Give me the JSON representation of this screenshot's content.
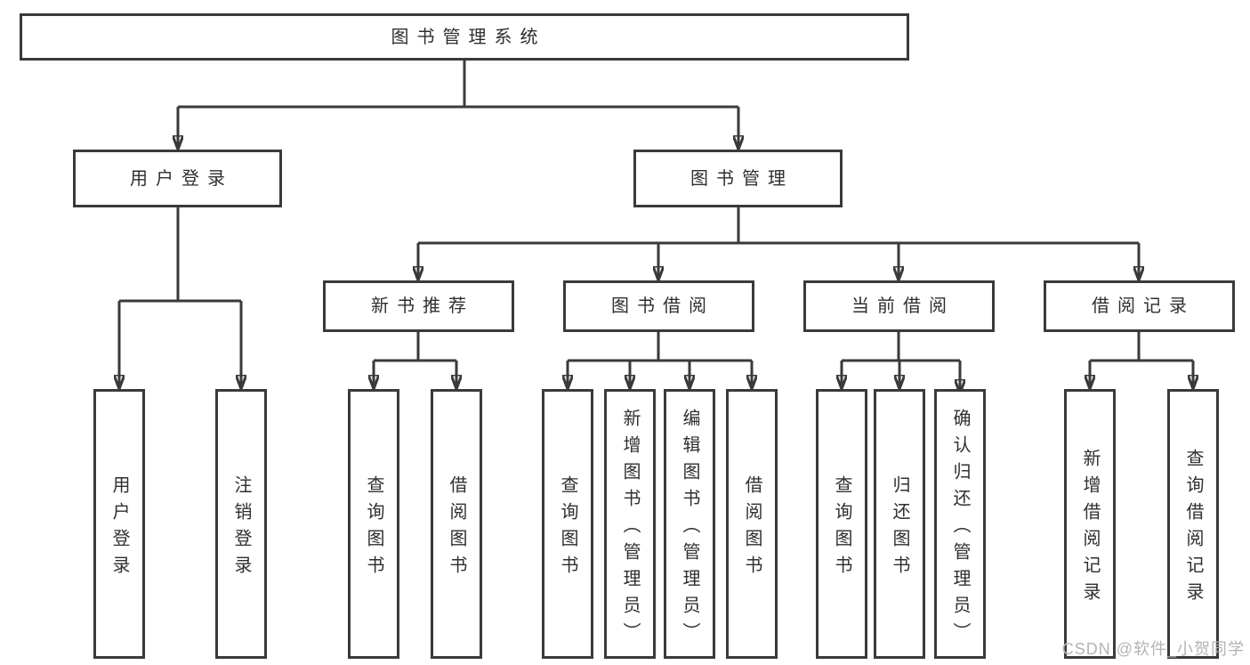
{
  "diagram_type": "tree",
  "nodes": {
    "root": {
      "label": "图书管理系统"
    },
    "user_login": {
      "label": "用户登录"
    },
    "book_mgmt": {
      "label": "图书管理"
    },
    "new_books": {
      "label": "新书推荐"
    },
    "book_borrow": {
      "label": "图书借阅"
    },
    "current_borrow": {
      "label": "当前借阅"
    },
    "borrow_records": {
      "label": "借阅记录"
    },
    "leaf_user_login": {
      "label": "用户登录"
    },
    "leaf_logout": {
      "label": "注销登录"
    },
    "leaf_nb_query_books": {
      "label": "查询图书"
    },
    "leaf_nb_borrow_books": {
      "label": "借阅图书"
    },
    "leaf_bb_query_books": {
      "label": "查询图书"
    },
    "leaf_bb_add_books": {
      "label": "新增图书（管理员）"
    },
    "leaf_bb_edit_books": {
      "label": "编辑图书（管理员）"
    },
    "leaf_bb_borrow_books": {
      "label": "借阅图书"
    },
    "leaf_cb_query_books": {
      "label": "查询图书"
    },
    "leaf_cb_return_books": {
      "label": "归还图书"
    },
    "leaf_cb_confirm_return": {
      "label": "确认归还（管理员）"
    },
    "leaf_br_add_record": {
      "label": "新增借阅记录"
    },
    "leaf_br_query_record": {
      "label": "查询借阅记录"
    }
  },
  "watermark": {
    "text": "CSDN @软件_小贺同学"
  },
  "colors": {
    "line": "#3a3a3a",
    "box_border": "#3a3a3a",
    "text": "#2f2f2f",
    "watermark": "#b3b3b3",
    "background": "#ffffff"
  }
}
